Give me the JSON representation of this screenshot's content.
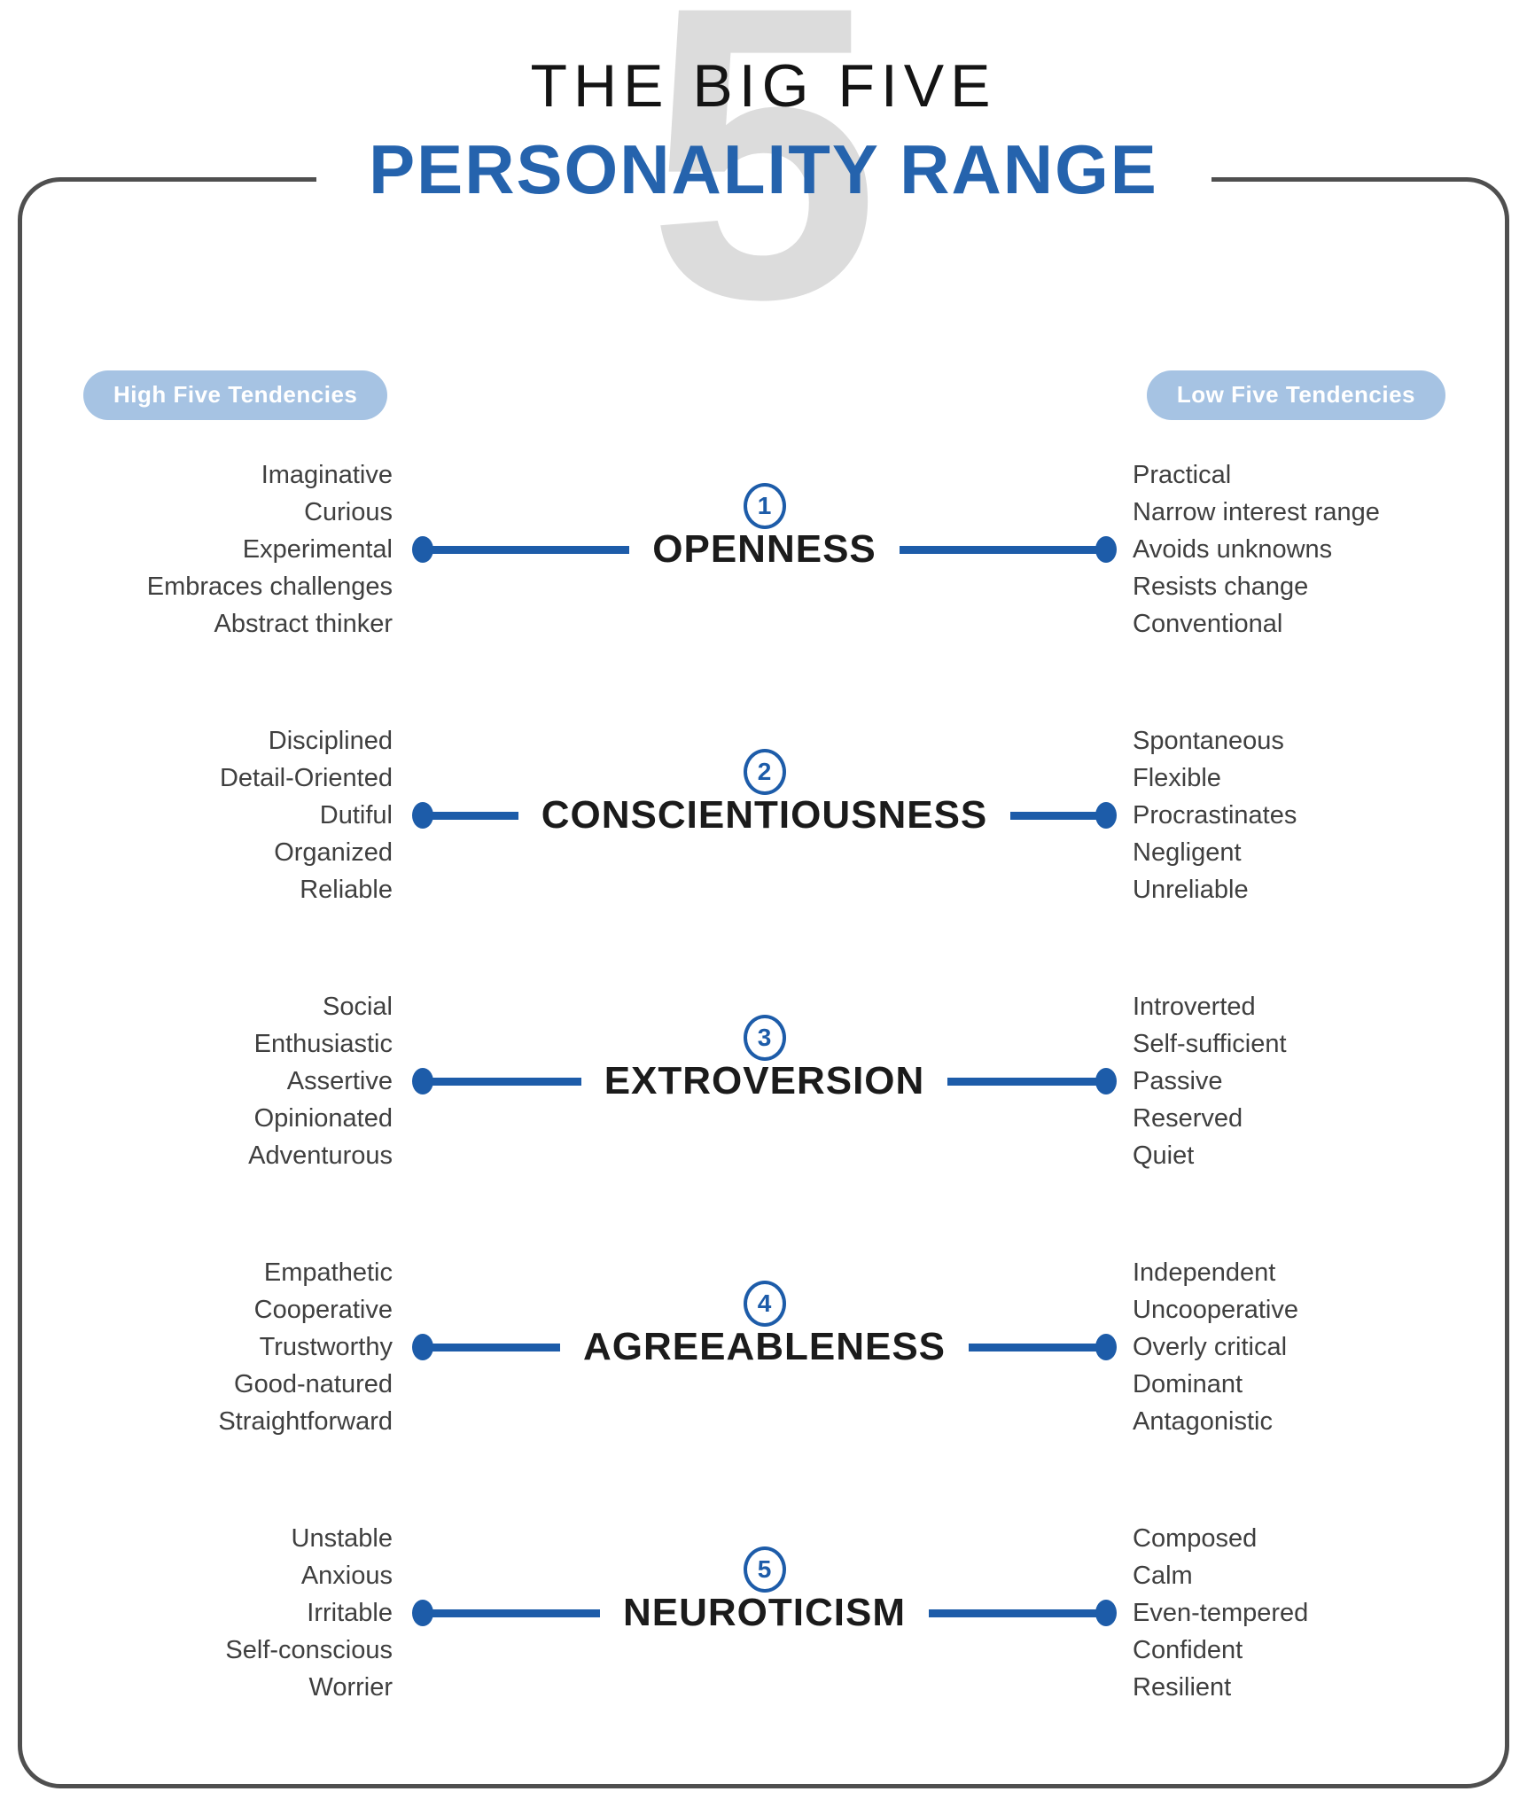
{
  "title": {
    "line1": "THE BIG FIVE",
    "line2": "PERSONALITY RANGE",
    "watermark": "5"
  },
  "badges": {
    "high": "High Five Tendencies",
    "low": "Low Five Tendencies"
  },
  "colors": {
    "accent": "#1d5ca9",
    "title_blue": "#2563ad",
    "badge_bg": "#a6c3e3",
    "badge_text": "#ffffff",
    "watermark_gray": "#dcdcdc",
    "frame_border": "#4f4f4f",
    "trait_text": "#3f3f3f",
    "name_text": "#1b1b1b"
  },
  "sections": [
    {
      "number": "1",
      "name": "OPENNESS",
      "high": [
        "Imaginative",
        "Curious",
        "Experimental",
        "Embraces challenges",
        "Abstract thinker"
      ],
      "low": [
        "Practical",
        "Narrow interest range",
        "Avoids unknowns",
        "Resists change",
        "Conventional"
      ]
    },
    {
      "number": "2",
      "name": "CONSCIENTIOUSNESS",
      "high": [
        "Disciplined",
        "Detail-Oriented",
        "Dutiful",
        "Organized",
        "Reliable"
      ],
      "low": [
        "Spontaneous",
        "Flexible",
        "Procrastinates",
        "Negligent",
        "Unreliable"
      ]
    },
    {
      "number": "3",
      "name": "EXTROVERSION",
      "high": [
        "Social",
        "Enthusiastic",
        "Assertive",
        "Opinionated",
        "Adventurous"
      ],
      "low": [
        "Introverted",
        "Self-sufficient",
        "Passive",
        "Reserved",
        "Quiet"
      ]
    },
    {
      "number": "4",
      "name": "AGREEABLENESS",
      "high": [
        "Empathetic",
        "Cooperative",
        "Trustworthy",
        "Good-natured",
        "Straightforward"
      ],
      "low": [
        "Independent",
        "Uncooperative",
        "Overly critical",
        "Dominant",
        "Antagonistic"
      ]
    },
    {
      "number": "5",
      "name": "NEUROTICISM",
      "high": [
        "Unstable",
        "Anxious",
        "Irritable",
        "Self-conscious",
        "Worrier"
      ],
      "low": [
        "Composed",
        "Calm",
        "Even-tempered",
        "Confident",
        "Resilient"
      ]
    }
  ]
}
